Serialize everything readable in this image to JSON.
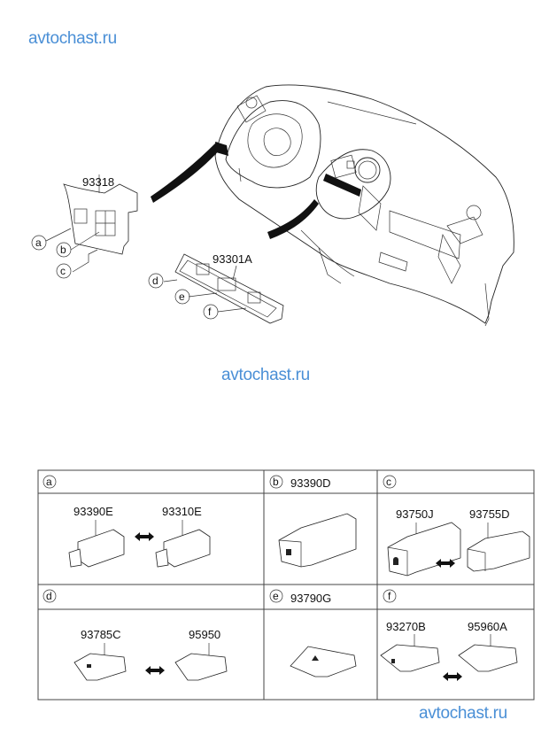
{
  "watermarks": [
    "avtochast.ru",
    "avtochast.ru",
    "avtochast.ru"
  ],
  "diagram": {
    "callouts": {
      "switch_panel": "93318",
      "switch_bracket": "93301A",
      "markers": [
        "a",
        "b",
        "c",
        "d",
        "e",
        "f"
      ]
    }
  },
  "table": {
    "cells": [
      {
        "marker": "a",
        "header_part": "",
        "parts": [
          "93390E",
          "93310E"
        ],
        "interchangeable": true
      },
      {
        "marker": "b",
        "header_part": "93390D",
        "parts": [],
        "interchangeable": false
      },
      {
        "marker": "c",
        "header_part": "",
        "parts": [
          "93750J",
          "93755D"
        ],
        "interchangeable": true
      },
      {
        "marker": "d",
        "header_part": "",
        "parts": [
          "93785C",
          "95950"
        ],
        "interchangeable": true
      },
      {
        "marker": "e",
        "header_part": "93790G",
        "parts": [],
        "interchangeable": false
      },
      {
        "marker": "f",
        "header_part": "",
        "parts": [
          "93270B",
          "95960A"
        ],
        "interchangeable": true
      }
    ]
  },
  "icons": [
    "double-arrow-icon",
    "lock-icon",
    "hazard-triangle-icon",
    "person-icon"
  ]
}
